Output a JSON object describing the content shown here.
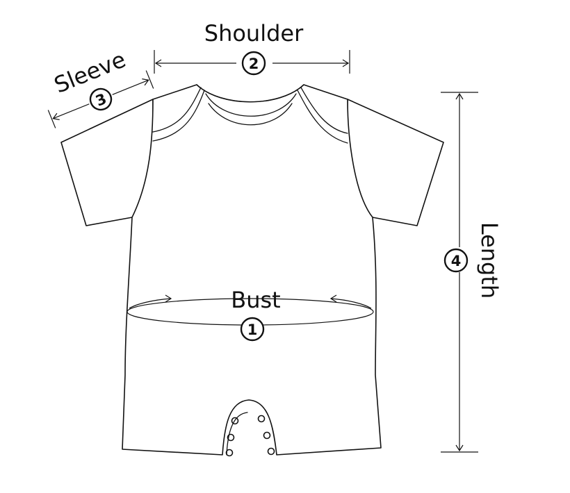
{
  "measurements": [
    {
      "id": "bust",
      "label": "Bust",
      "number": "1"
    },
    {
      "id": "shoulder",
      "label": "Shoulder",
      "number": "2"
    },
    {
      "id": "sleeve",
      "label": "Sleeve",
      "number": "3"
    },
    {
      "id": "length",
      "label": "Length",
      "number": "4"
    }
  ],
  "colors": {
    "line": "#111111",
    "background": "#ffffff"
  }
}
